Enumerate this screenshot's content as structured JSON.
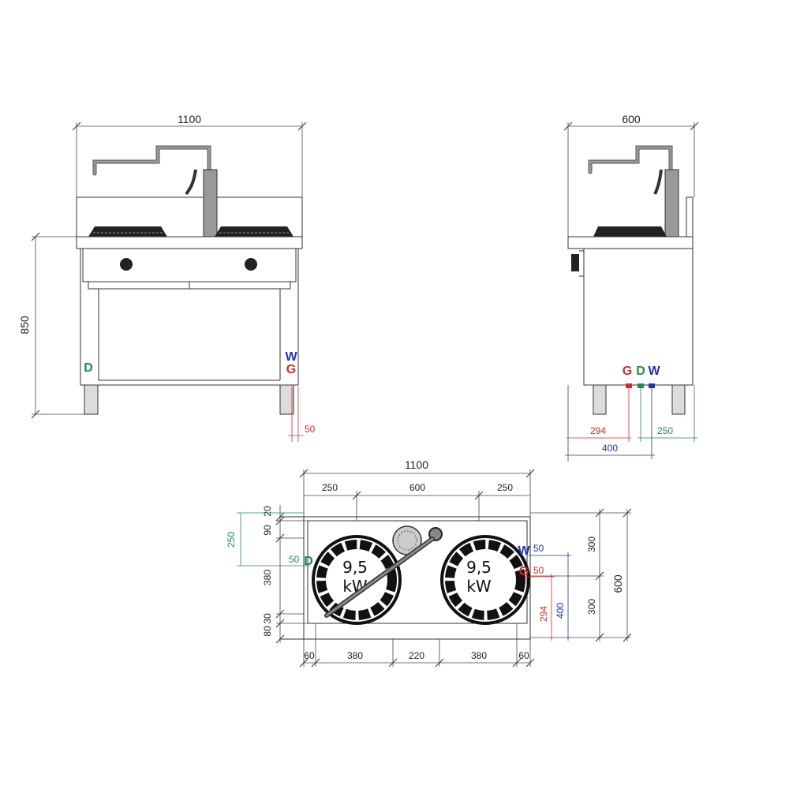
{
  "colors": {
    "gas": "#d42a2a",
    "drain": "#23894e",
    "water": "#2233aa",
    "line": "#333333"
  },
  "front_view": {
    "width": "1100",
    "height": "850",
    "gas_offset": "50",
    "labels": {
      "water": "W",
      "gas": "G",
      "drain": "D"
    }
  },
  "side_view": {
    "depth": "600",
    "labels": {
      "gas": "G",
      "drain": "D",
      "water": "W"
    },
    "gas_from_front": "294",
    "drain_from_back": "250",
    "water_from_front": "400"
  },
  "plan_view": {
    "width": "1100",
    "top_dims": [
      "250",
      "600",
      "250"
    ],
    "bottom_dims": [
      "60",
      "380",
      "220",
      "380",
      "60"
    ],
    "left_dims": [
      "20",
      "90",
      "380",
      "30",
      "80"
    ],
    "drain_dim": "250",
    "drain_offset": "50",
    "right_dims": [
      "300",
      "300"
    ],
    "depth": "600",
    "water_offset": "50",
    "gas_offset": "50",
    "gas_dim": "294",
    "water_dim": "400",
    "burner_power": "9,5",
    "burner_unit": "kW",
    "labels": {
      "water": "W",
      "gas": "G",
      "drain": "D"
    }
  }
}
